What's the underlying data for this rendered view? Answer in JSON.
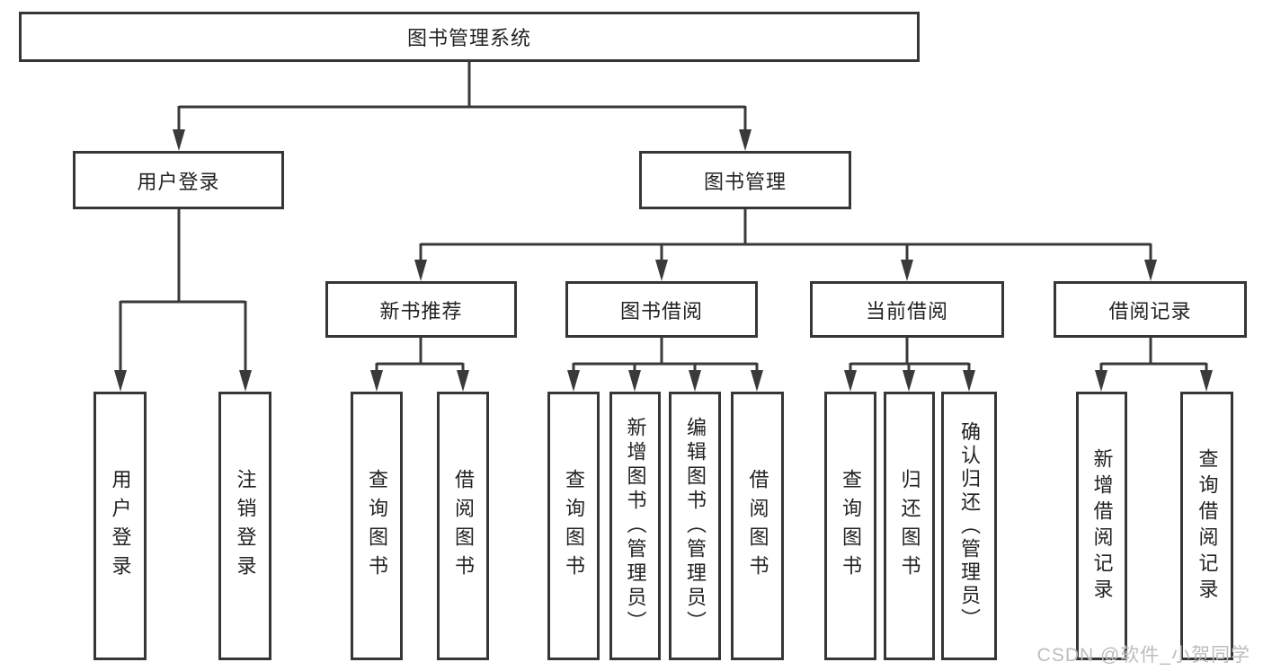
{
  "tree": {
    "label": "图书管理系统",
    "children": [
      {
        "label": "用户登录",
        "children": [
          {
            "label": "用户登录"
          },
          {
            "label": "注销登录"
          }
        ]
      },
      {
        "label": "图书管理",
        "children": [
          {
            "label": "新书推荐",
            "children": [
              {
                "label": "查询图书"
              },
              {
                "label": "借阅图书"
              }
            ]
          },
          {
            "label": "图书借阅",
            "children": [
              {
                "label": "查询图书"
              },
              {
                "label": "新增图书（管理员）"
              },
              {
                "label": "编辑图书（管理员）"
              },
              {
                "label": "借阅图书"
              }
            ]
          },
          {
            "label": "当前借阅",
            "children": [
              {
                "label": "查询图书"
              },
              {
                "label": "归还图书"
              },
              {
                "label": "确认归还（管理员）"
              }
            ]
          },
          {
            "label": "借阅记录",
            "children": [
              {
                "label": "新增借阅记录"
              },
              {
                "label": "查询借阅记录"
              }
            ]
          }
        ]
      }
    ]
  },
  "watermark": {
    "text": "CSDN @软件_小贺同学"
  },
  "colors": {
    "line": "#3a3a3a",
    "box_border": "#363636",
    "text": "#222222",
    "watermark": "#bdbdbd",
    "background": "#ffffff"
  }
}
